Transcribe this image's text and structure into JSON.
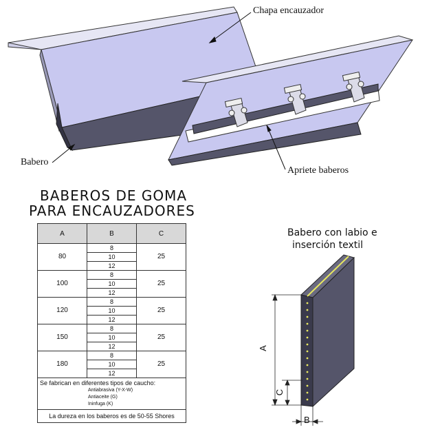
{
  "callouts": {
    "chapa": "Chapa encauzador",
    "babero": "Babero",
    "apriete": "Apriete baberos"
  },
  "title": {
    "line1": "BABEROS DE GOMA",
    "line2": "PARA ENCAUZADORES"
  },
  "table": {
    "headers": [
      "A",
      "B",
      "C"
    ],
    "groups": [
      {
        "a": "80",
        "b": [
          "8",
          "10",
          "12"
        ],
        "c": "25"
      },
      {
        "a": "100",
        "b": [
          "8",
          "10",
          "12"
        ],
        "c": "25"
      },
      {
        "a": "120",
        "b": [
          "8",
          "10",
          "12"
        ],
        "c": "25"
      },
      {
        "a": "150",
        "b": [
          "8",
          "10",
          "12"
        ],
        "c": "25"
      },
      {
        "a": "180",
        "b": [
          "8",
          "10",
          "12"
        ],
        "c": "25"
      }
    ],
    "note": "Se fabrican en diferentes tipos de caucho:",
    "rubber_types": [
      "Antiabrasiva  (Y-X-W)",
      "Antiaceite  (G)",
      "Ininfuga  (K)"
    ],
    "footer": "La dureza en los baberos es de 50-55 Shores"
  },
  "detail": {
    "title_line1": "Babero con labio e",
    "title_line2": "inserción textil",
    "dim_a": "A",
    "dim_b": "B",
    "dim_c": "C"
  },
  "colors": {
    "plate": "#c8c8f0",
    "rubber": "#55556a",
    "insert": "#e8e860"
  }
}
